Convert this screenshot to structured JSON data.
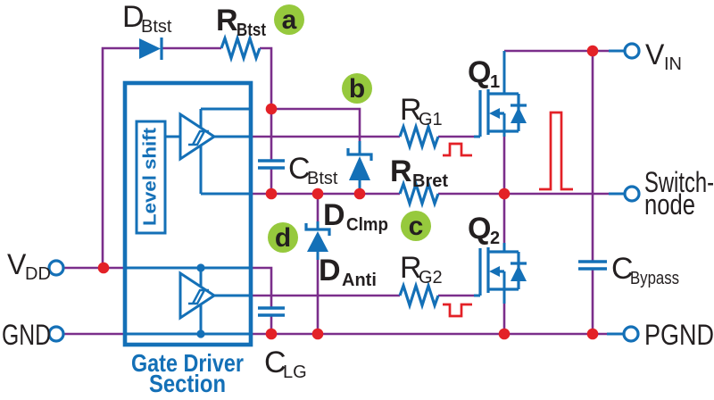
{
  "diagram_type": "half-bridge gate-driver bootstrap circuit schematic",
  "colors": {
    "wire": "#7B2E8B",
    "blue": "#1470B7",
    "red": "#E32127",
    "green": "#96C93D",
    "ink": "#231F20",
    "bg": "#FFFFFF"
  },
  "terminals": {
    "vdd": {
      "main": "V",
      "sub": "DD"
    },
    "gnd": {
      "label": "GND"
    },
    "vin": {
      "main": "V",
      "sub": "IN"
    },
    "switch_node": {
      "line1": "Switch-",
      "line2": "node"
    },
    "pgnd": {
      "label": "PGND"
    }
  },
  "components": {
    "d_btst": {
      "main": "D",
      "sub": "Btst"
    },
    "r_btst": {
      "main": "R",
      "sub": "Btst"
    },
    "c_btst": {
      "main": "C",
      "sub": "Btst"
    },
    "d_clmp": {
      "main": "D",
      "sub": "Clmp"
    },
    "d_anti": {
      "main": "D",
      "sub": "Anti"
    },
    "r_bret": {
      "main": "R",
      "sub": "Bret"
    },
    "r_g1": {
      "main": "R",
      "sub": "G1"
    },
    "r_g2": {
      "main": "R",
      "sub": "G2"
    },
    "q1": {
      "main": "Q",
      "sub": "1"
    },
    "q2": {
      "main": "Q",
      "sub": "2"
    },
    "c_lg": {
      "main": "C",
      "sub": "LG"
    },
    "c_bypass": {
      "main": "C",
      "sub": "Bypass"
    }
  },
  "driver_block": {
    "label_line1": "Gate Driver",
    "label_line2": "Section",
    "level_shift": "Level shift"
  },
  "badges": {
    "a": "a",
    "b": "b",
    "c": "c",
    "d": "d"
  }
}
